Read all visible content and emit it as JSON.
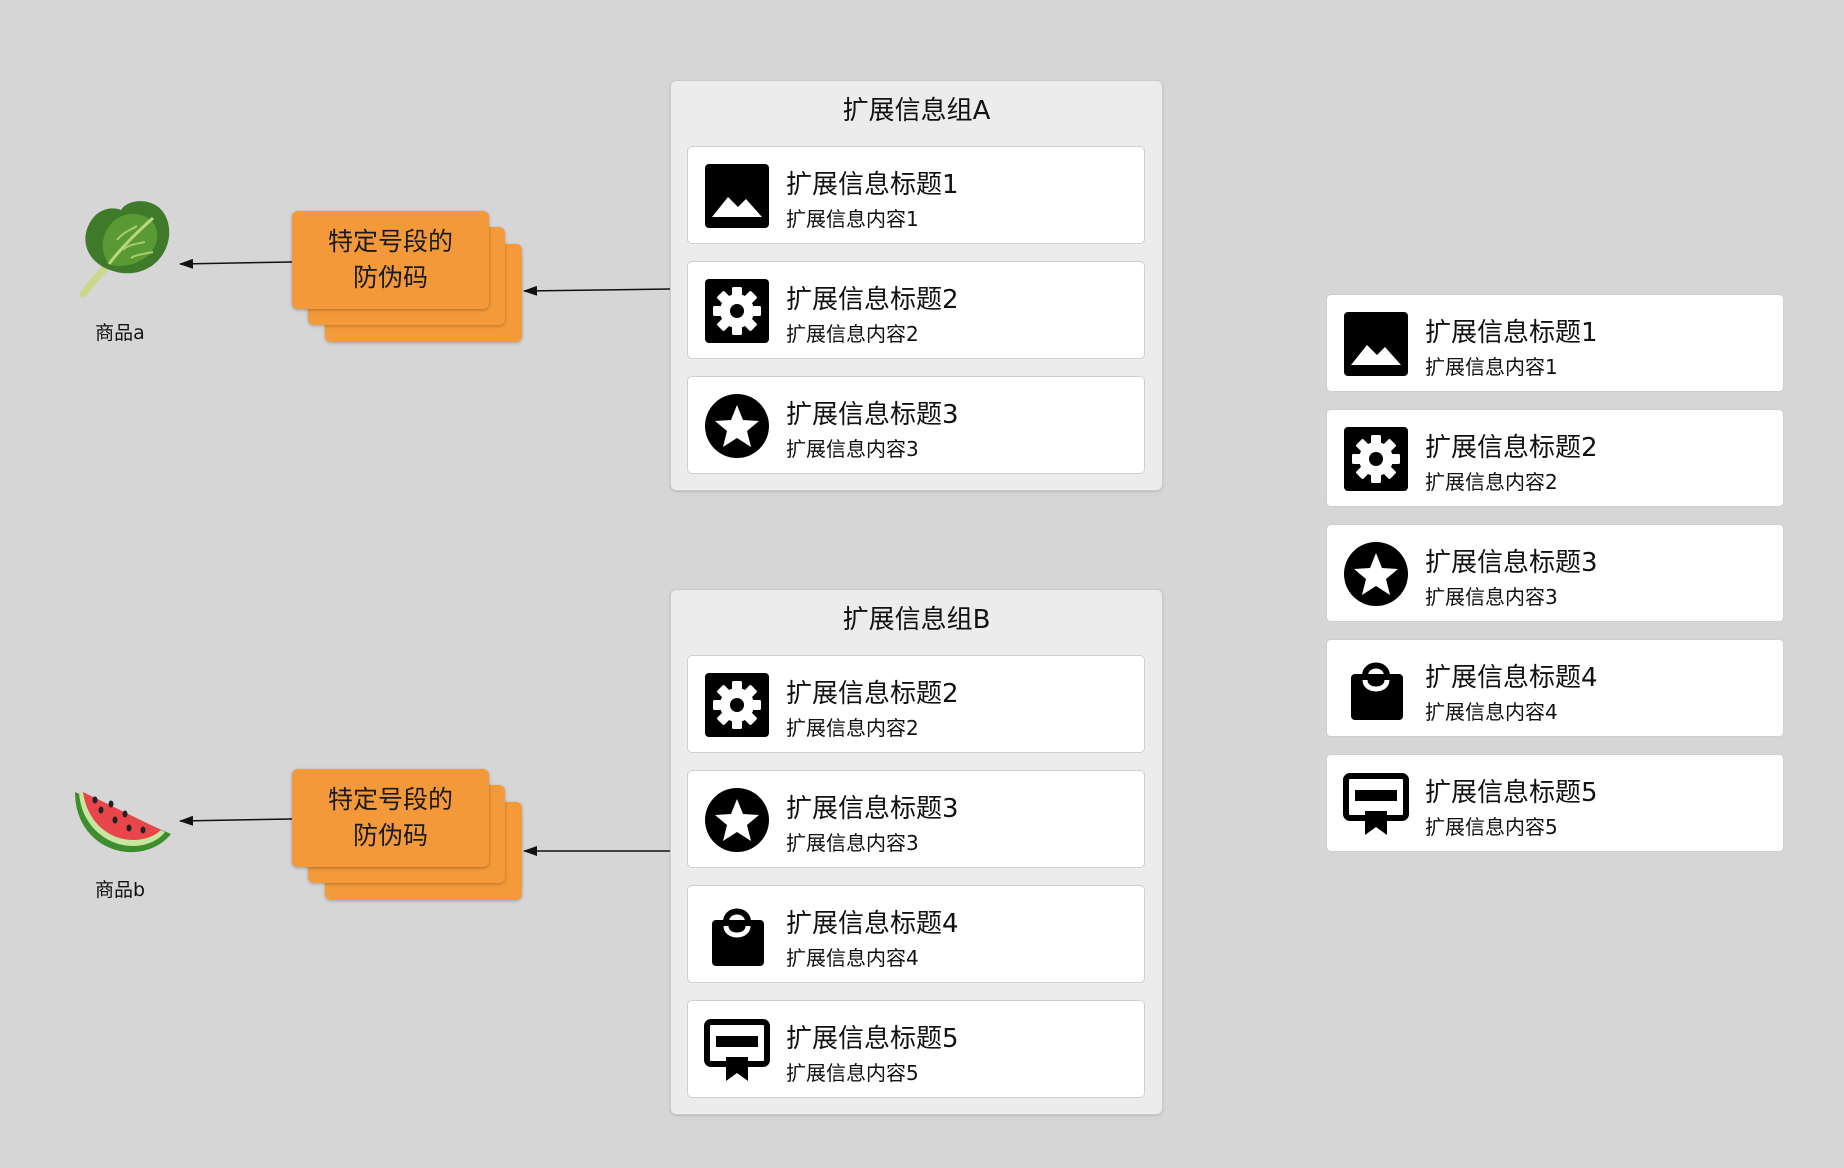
{
  "products": [
    {
      "label": "商品a",
      "icon": "lettuce-icon"
    },
    {
      "label": "商品b",
      "icon": "watermelon-icon"
    }
  ],
  "code_label": "特定号段的\n防伪码",
  "groups": [
    {
      "title": "扩展信息组A",
      "items": [
        {
          "icon": "image",
          "title": "扩展信息标题1",
          "content": "扩展信息内容1"
        },
        {
          "icon": "gear",
          "title": "扩展信息标题2",
          "content": "扩展信息内容2"
        },
        {
          "icon": "star",
          "title": "扩展信息标题3",
          "content": "扩展信息内容3"
        }
      ]
    },
    {
      "title": "扩展信息组B",
      "items": [
        {
          "icon": "gear",
          "title": "扩展信息标题2",
          "content": "扩展信息内容2"
        },
        {
          "icon": "star",
          "title": "扩展信息标题3",
          "content": "扩展信息内容3"
        },
        {
          "icon": "bag",
          "title": "扩展信息标题4",
          "content": "扩展信息内容4"
        },
        {
          "icon": "certificate",
          "title": "扩展信息标题5",
          "content": "扩展信息内容5"
        }
      ]
    }
  ],
  "library": [
    {
      "icon": "image",
      "title": "扩展信息标题1",
      "content": "扩展信息内容1"
    },
    {
      "icon": "gear",
      "title": "扩展信息标题2",
      "content": "扩展信息内容2"
    },
    {
      "icon": "star",
      "title": "扩展信息标题3",
      "content": "扩展信息内容3"
    },
    {
      "icon": "bag",
      "title": "扩展信息标题4",
      "content": "扩展信息内容4"
    },
    {
      "icon": "certificate",
      "title": "扩展信息标题5",
      "content": "扩展信息内容5"
    }
  ],
  "colors": {
    "background": "#d6d6d6",
    "code_card": "#f3993a",
    "card": "#ffffff",
    "group": "#ececec"
  }
}
